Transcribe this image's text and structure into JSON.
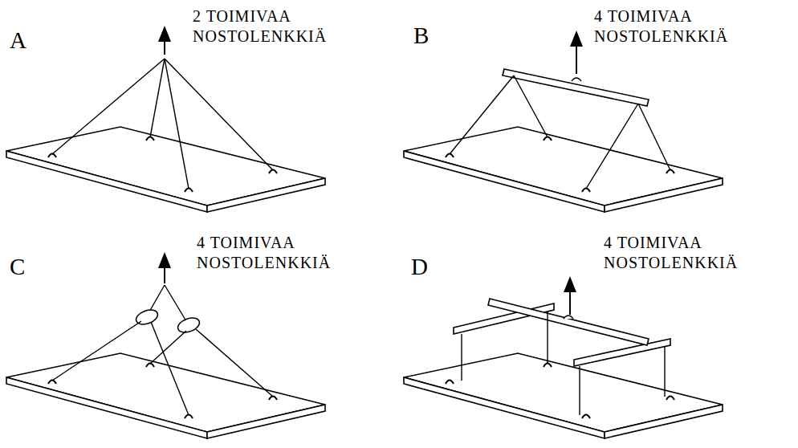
{
  "diagram": {
    "labels": [
      "A",
      "2 TOIMIVAA NOSTOLENKKIÄ",
      "B",
      "4 TOIMIVAA NOSTOLENKKIÄ",
      "C",
      "4 TOIMIVAA NOSTOLENKKIÄ",
      "D",
      "4 TOIMIVAA NOSTOLENKKIÄ"
    ]
  }
}
